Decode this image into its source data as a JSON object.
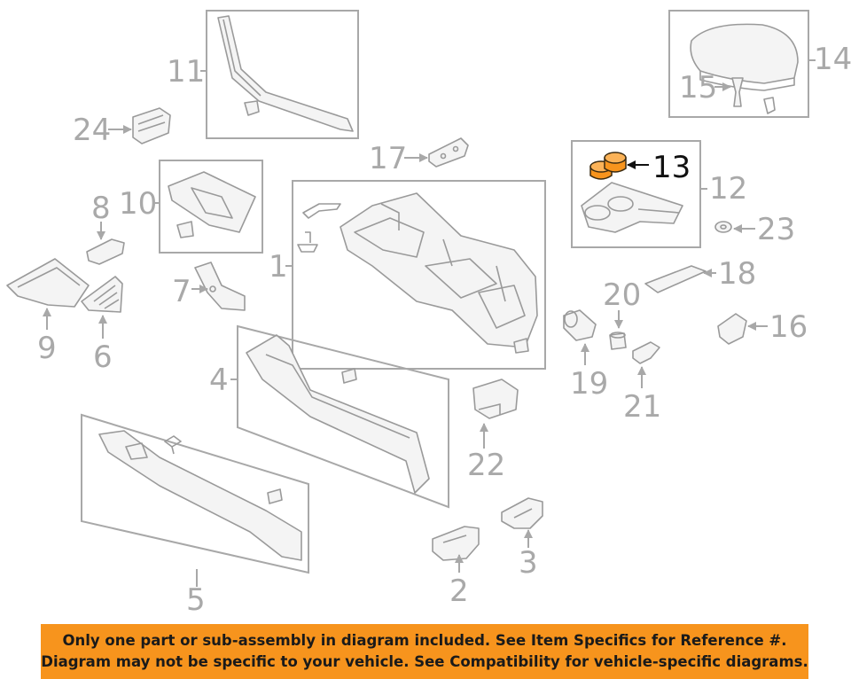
{
  "callouts": {
    "c1": "1",
    "c2": "2",
    "c3": "3",
    "c4": "4",
    "c5": "5",
    "c6": "6",
    "c7": "7",
    "c8": "8",
    "c9": "9",
    "c10": "10",
    "c11": "11",
    "c12": "12",
    "c13": "13",
    "c14": "14",
    "c15": "15",
    "c16": "16",
    "c17": "17",
    "c18": "18",
    "c19": "19",
    "c20": "20",
    "c21": "21",
    "c22": "22",
    "c23": "23",
    "c24": "24"
  },
  "highlighted_part": "13",
  "colors": {
    "highlight": "#f7941d",
    "line": "#a8a8a8",
    "banner": "#f7941d"
  },
  "banner": {
    "line1": "Only one part or sub-assembly in diagram included. See Item Specifics for Reference #.",
    "line2": "Diagram may not be specific to your vehicle. See Compatibility for vehicle-specific diagrams."
  }
}
